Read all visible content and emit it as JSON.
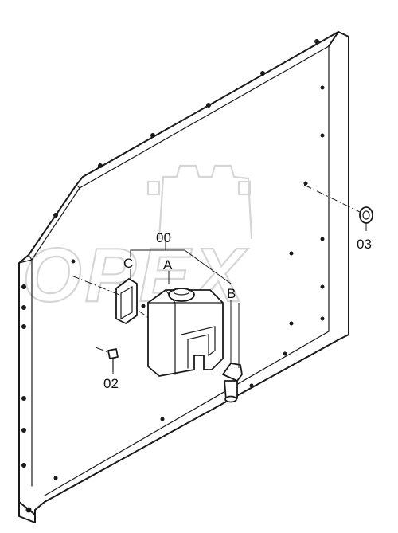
{
  "diagram": {
    "watermark": "OPEX",
    "labels": {
      "assembly": "00",
      "tank": "A",
      "bracket_b": "B",
      "bracket_c": "C",
      "bolt": "02",
      "grommet": "03"
    }
  }
}
